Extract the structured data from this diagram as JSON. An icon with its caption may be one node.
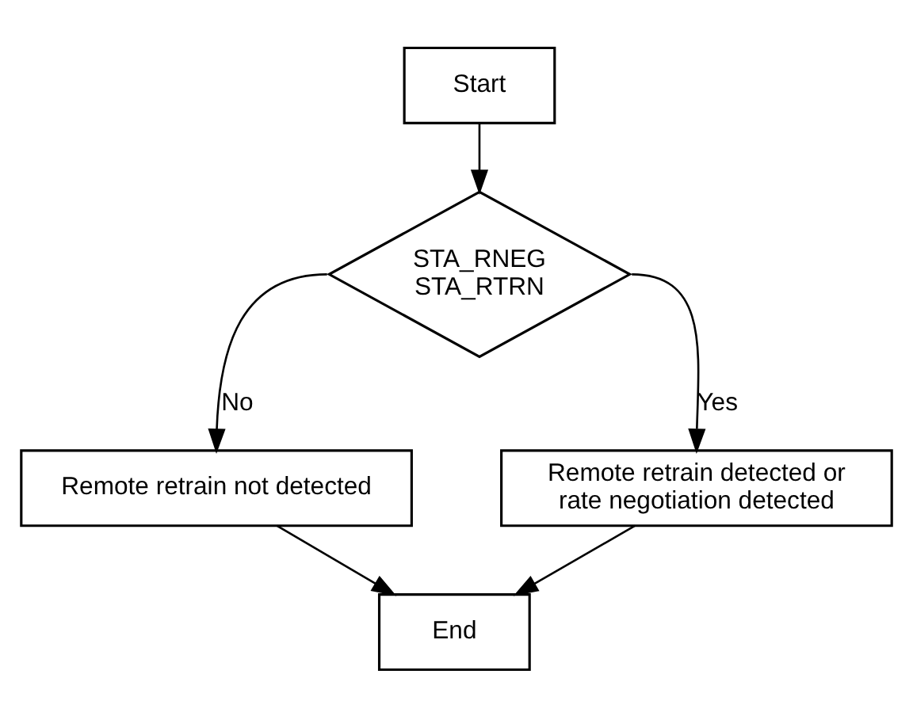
{
  "diagram": {
    "nodes": [
      {
        "text": [
          "Start"
        ]
      },
      {
        "text": [
          "STA_RNEG",
          "STA_RTRN"
        ]
      },
      {
        "text": [
          "Remote retrain not detected"
        ]
      },
      {
        "text": [
          "Remote retrain detected or rate negotiation detected"
        ]
      },
      {
        "text": [
          "End"
        ]
      }
    ],
    "edges": [
      {
        "from": 0,
        "to": 1,
        "arrow": "to"
      },
      {
        "from": 1,
        "to": 2,
        "arrow": "to",
        "label": "No"
      },
      {
        "from": 1,
        "to": 3,
        "arrow": "to",
        "label": "Yes"
      },
      {
        "from": 2,
        "to": 4,
        "arrow": "to"
      },
      {
        "from": 3,
        "to": 4,
        "arrow": "to"
      }
    ]
  }
}
